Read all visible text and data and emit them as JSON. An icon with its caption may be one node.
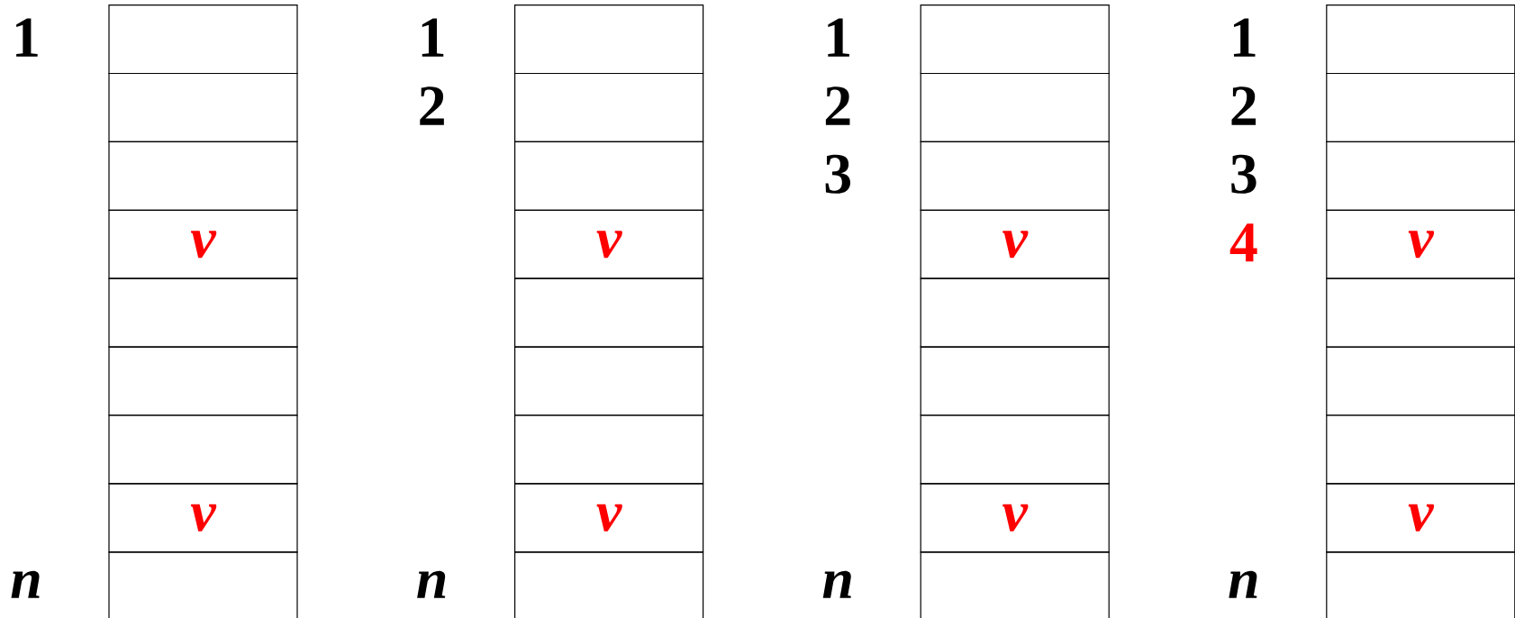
{
  "diagram": {
    "nodes": [
      {
        "text": [],
        "shape": "box"
      },
      {
        "text": [],
        "shape": "box"
      },
      {
        "text": [],
        "shape": "box"
      },
      {
        "text": [
          "v"
        ]
      },
      {
        "text": [],
        "shape": "box"
      },
      {
        "text": [],
        "shape": "box"
      },
      {
        "text": [],
        "shape": "box"
      },
      {
        "text": [
          "v"
        ]
      },
      {
        "text": [],
        "shape": "box"
      },
      {
        "text": [],
        "shape": "box"
      },
      {
        "text": [],
        "shape": "box"
      },
      {
        "text": [],
        "shape": "box"
      },
      {
        "text": [
          "v"
        ]
      },
      {
        "text": [],
        "shape": "box"
      },
      {
        "text": [],
        "shape": "box"
      },
      {
        "text": [],
        "shape": "box"
      },
      {
        "text": [
          "v"
        ]
      },
      {
        "text": [],
        "shape": "box"
      },
      {
        "text": [],
        "shape": "box"
      },
      {
        "text": [],
        "shape": "box"
      },
      {
        "text": [],
        "shape": "box"
      },
      {
        "text": [
          "v"
        ]
      },
      {
        "text": [],
        "shape": "box"
      },
      {
        "text": [],
        "shape": "box"
      },
      {
        "text": [],
        "shape": "box"
      },
      {
        "text": [
          "v"
        ]
      },
      {
        "text": [],
        "shape": "box"
      },
      {
        "text": [],
        "shape": "box"
      },
      {
        "text": [],
        "shape": "box"
      },
      {
        "text": [],
        "shape": "box"
      },
      {
        "text": [
          "v"
        ]
      },
      {
        "text": [],
        "shape": "box"
      },
      {
        "text": [],
        "shape": "box"
      },
      {
        "text": [],
        "shape": "box"
      },
      {
        "text": [
          "v"
        ]
      },
      {
        "text": [],
        "shape": "box"
      }
    ],
    "labels": [
      "1",
      "n",
      "1",
      "2",
      "n",
      "1",
      "2",
      "3",
      "n",
      "1",
      "2",
      "3",
      "4",
      "n"
    ]
  }
}
